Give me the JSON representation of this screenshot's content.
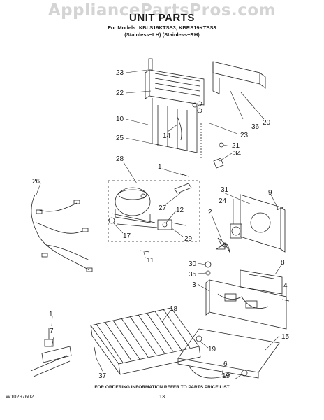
{
  "watermark": "AppliancePartsPros.com",
  "title": "UNIT PARTS",
  "models_line": "For Models: KBLS19KTSS3, KBRS19KTSS3",
  "variants_line": "(Stainless−LH)  (Stainless−RH)",
  "footer_note": "FOR ORDERING INFORMATION REFER TO PARTS PRICE LIST",
  "doc_number": "W10297602",
  "page_number": "13",
  "callouts": [
    "23",
    "22",
    "10",
    "14",
    "25",
    "28",
    "1",
    "26",
    "27",
    "12",
    "17",
    "29",
    "11",
    "18",
    "1",
    "7",
    "37",
    "24",
    "31",
    "9",
    "2",
    "36",
    "20",
    "23",
    "21",
    "34",
    "30",
    "35",
    "3",
    "8",
    "4",
    "19",
    "15",
    "6",
    "19"
  ]
}
